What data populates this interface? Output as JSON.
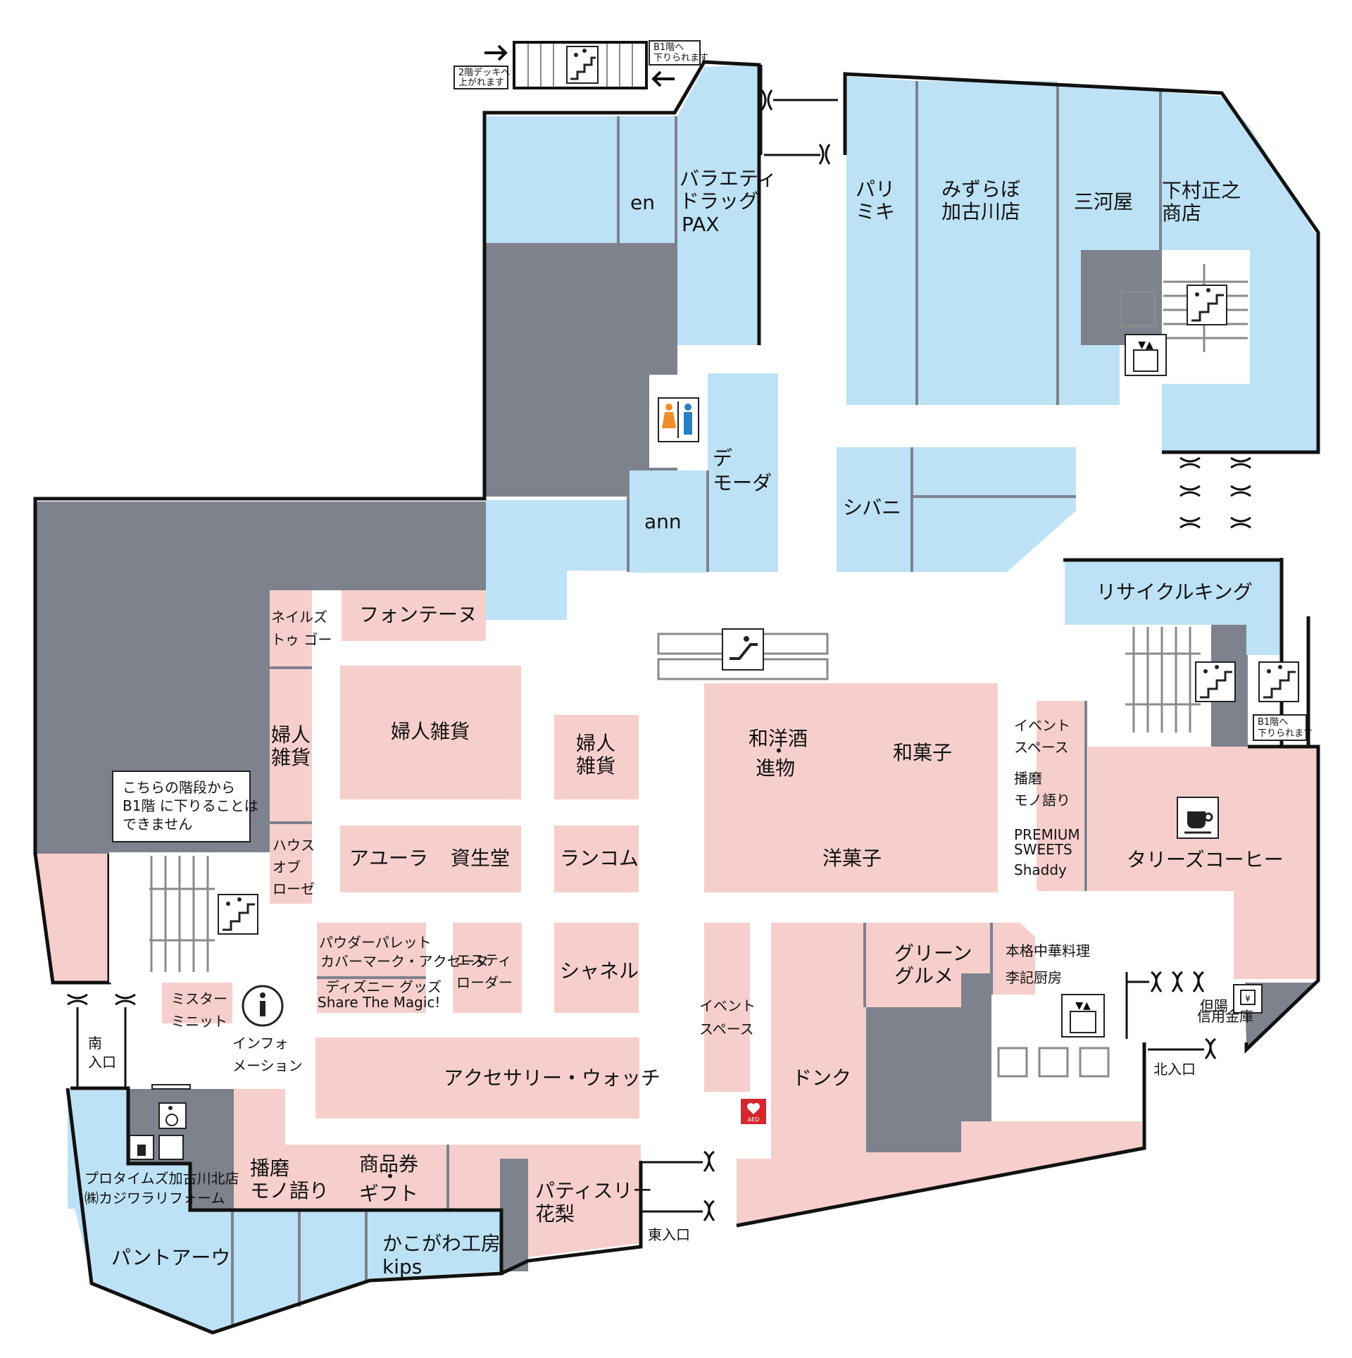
{
  "colors": {
    "tenant_blue": "#bde2f6",
    "tenant_pink": "#f6cfcc",
    "backyard_gray": "#7e828d",
    "wall": "#111111",
    "aed_red": "#d7262d"
  },
  "tenants": {
    "en": "en",
    "variety_drug": [
      "バラエティ",
      "ドラッグ",
      "PAX"
    ],
    "pari_miki": [
      "パリ",
      "ミキ"
    ],
    "mizuho": [
      "みずらぼ",
      "加古川店"
    ],
    "mikawaya": "三河屋",
    "shimomura": [
      "下村正之",
      "商店"
    ],
    "demoda": [
      "デ",
      "モーダ"
    ],
    "ann": "ann",
    "shibani": "シバニ",
    "recycle_king": "リサイクルキング",
    "nails": [
      "ネイルズ",
      "トゥ ゴー"
    ],
    "fontaine": "フォンテーヌ",
    "fujin_zakka_left": [
      "婦人",
      "雑貨"
    ],
    "fujin_zakka_main": "婦人雑貨",
    "fujin_zakka_small": [
      "婦人",
      "雑貨"
    ],
    "house_of_rose": [
      "ハウス",
      "オブ",
      "ローゼ"
    ],
    "aura": "アユーラ",
    "shiseido": "資生堂",
    "lancome": "ランコム",
    "wayo_sake": [
      "和洋酒",
      "・",
      "進物"
    ],
    "wagashi": "和菓子",
    "yogashi": "洋菓子",
    "event_space_right": [
      "イベント",
      "スペース"
    ],
    "banshu_right": [
      "播磨",
      "モノ語り"
    ],
    "shaddy": [
      "PREMIUM",
      "SWEETS",
      "Shaddy"
    ],
    "tullys": "タリーズコーヒー",
    "powder_palette": [
      "パウダーパレット",
      "カバーマーク・アクセーヌ"
    ],
    "disney": [
      "ディズニー グッズ",
      "Share The Magic!"
    ],
    "estee": [
      "エスティ",
      "ローダー"
    ],
    "chanel": "シャネル",
    "event_space_center": [
      "イベント",
      "スペース"
    ],
    "green_gourmet": [
      "グリーン",
      "グルメ"
    ],
    "riki": [
      "本格中華料理",
      "李記厨房"
    ],
    "donq": "ドンク",
    "mister_minit": [
      "ミスター",
      "ミニット"
    ],
    "information": [
      "インフォ",
      "メーション"
    ],
    "accessory": "アクセサリー・ウォッチ",
    "banshu_left": [
      "播磨",
      "モノ語り"
    ],
    "shohinken": [
      "商品券",
      "・",
      "ギフト"
    ],
    "patisserie": [
      "パティスリー",
      "花梨"
    ],
    "protimes": [
      "プロタイムズ加古川北店",
      "㈱カジワラリフォーム"
    ],
    "pantoau": "パントアーウ",
    "kakogawa_kobo": [
      "かこがわ工房",
      "kips"
    ]
  },
  "notes": {
    "stairs_notice": [
      "こちらの階段から",
      "B1階 に下りることは",
      "できません"
    ],
    "deck_up": [
      "2階デッキへ",
      "上がれます"
    ],
    "b1_down_top": [
      "B1階へ",
      "下りられます"
    ],
    "b1_down_right": [
      "B1階へ",
      "下りられます"
    ],
    "tajima_bank": [
      "但陽",
      "信用金庫"
    ],
    "aed": "AED"
  },
  "entrances": {
    "south": [
      "南",
      "入口"
    ],
    "east": "東入口",
    "north": "北入口"
  },
  "icons": {
    "restroom": "restroom-icon",
    "escalator": "escalator-icon",
    "stairs": "stairs-icon",
    "elevator": "elevator-icon",
    "coffee": "coffee-cup-icon",
    "info": "information-icon",
    "aed": "aed-icon",
    "wheelchair": "wheelchair-icon",
    "atm": "atm-icon"
  }
}
